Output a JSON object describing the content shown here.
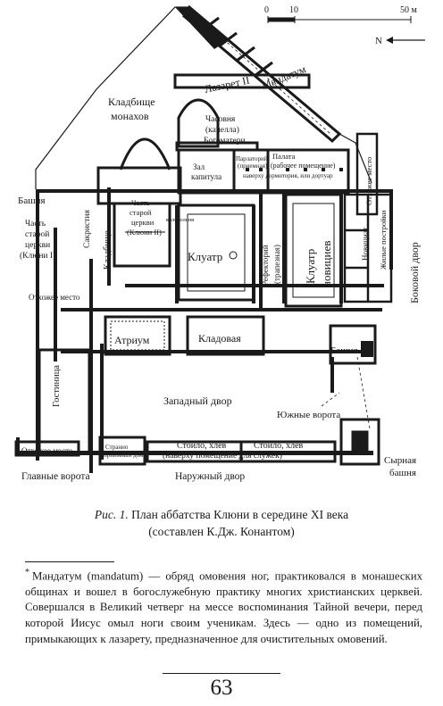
{
  "scale": {
    "zero": "0",
    "ten": "10",
    "fifty": "50 м"
  },
  "north_arrow": "N",
  "labels": {
    "lazaret": "Лазарет II",
    "mandatum": "Мандатум",
    "cemetery_monks_1": "Кладбище",
    "cemetery_monks_2": "монахов",
    "chapel_1": "Часовня",
    "chapel_2": "(капелла)",
    "chapel_3": "Богоматери",
    "privy_right": "Отхожее место",
    "zal_1": "Зал",
    "zal_2": "капитула",
    "parlatorium_1": "Парлаторий",
    "parlatorium_2": "(приемная)",
    "palata_1": "Палата",
    "palata_2": "(рабочее помещение)",
    "palata_3": "наверху дормитория, или дортуар",
    "tower": "Башня",
    "old_church_1": "Часть",
    "old_church_2": "старой",
    "old_church_3": "церкви",
    "old_church_4": "(Клюни I)",
    "sacristy": "Сакристия",
    "inner_old_1": "Часть",
    "inner_old_2": "старой",
    "inner_old_3": "церкви",
    "inner_old_4": "(Клюни II)",
    "cemetery": "Кладбище",
    "clocher": "колокольня",
    "cloister": "Клуатр",
    "refectory_1": "Рефекторий",
    "refectory_2": "(трапезная)",
    "novice_cloister_1": "Клуатр",
    "novice_cloister_2": "новициев",
    "novitiate": "Новициат",
    "lodgings": "Жилые постройки",
    "side_yard": "Боковой двор",
    "privy_left": "Отхожее место",
    "atrium": "Атриум",
    "pantry": "Кладовая",
    "tower_2": "Башня",
    "guesthouse": "Гостиница",
    "west_yard": "Западный двор",
    "south_gate": "Южные ворота",
    "privy_bottom": "Отхожее место",
    "strange_1": "Странно",
    "strange_2": "приимный дом",
    "stable_1": "Стойло, хлев",
    "stable_2": "Стойло, хлев",
    "stable_3": "(наверху помещение для служек)",
    "cheese_1": "Сырная",
    "cheese_2": "башня",
    "main_gate": "Главные ворота",
    "outer_yard": "Наружный двор"
  },
  "caption": {
    "fig": "Рис. 1.",
    "line1": "План аббатства Клюни в середине XI века",
    "line2_prefix": "(составлен ",
    "line2_author": "К.Дж. Конантом",
    "line2_suffix": ")"
  },
  "footnote": {
    "mark": "*",
    "text": "Мандатум (mandatum) — обряд омовения ног, практиковался в монашеских общинах и вошел в богослужебную практику многих христианских церквей. Совершался в Великий четверг на мессе воспоминания Тайной вечери, перед которой Иисус омыл ноги своим ученикам. Здесь — одно из помещений, примыкающих к лазарету, предназначенное для очистительных омовений."
  },
  "page_number": "63"
}
